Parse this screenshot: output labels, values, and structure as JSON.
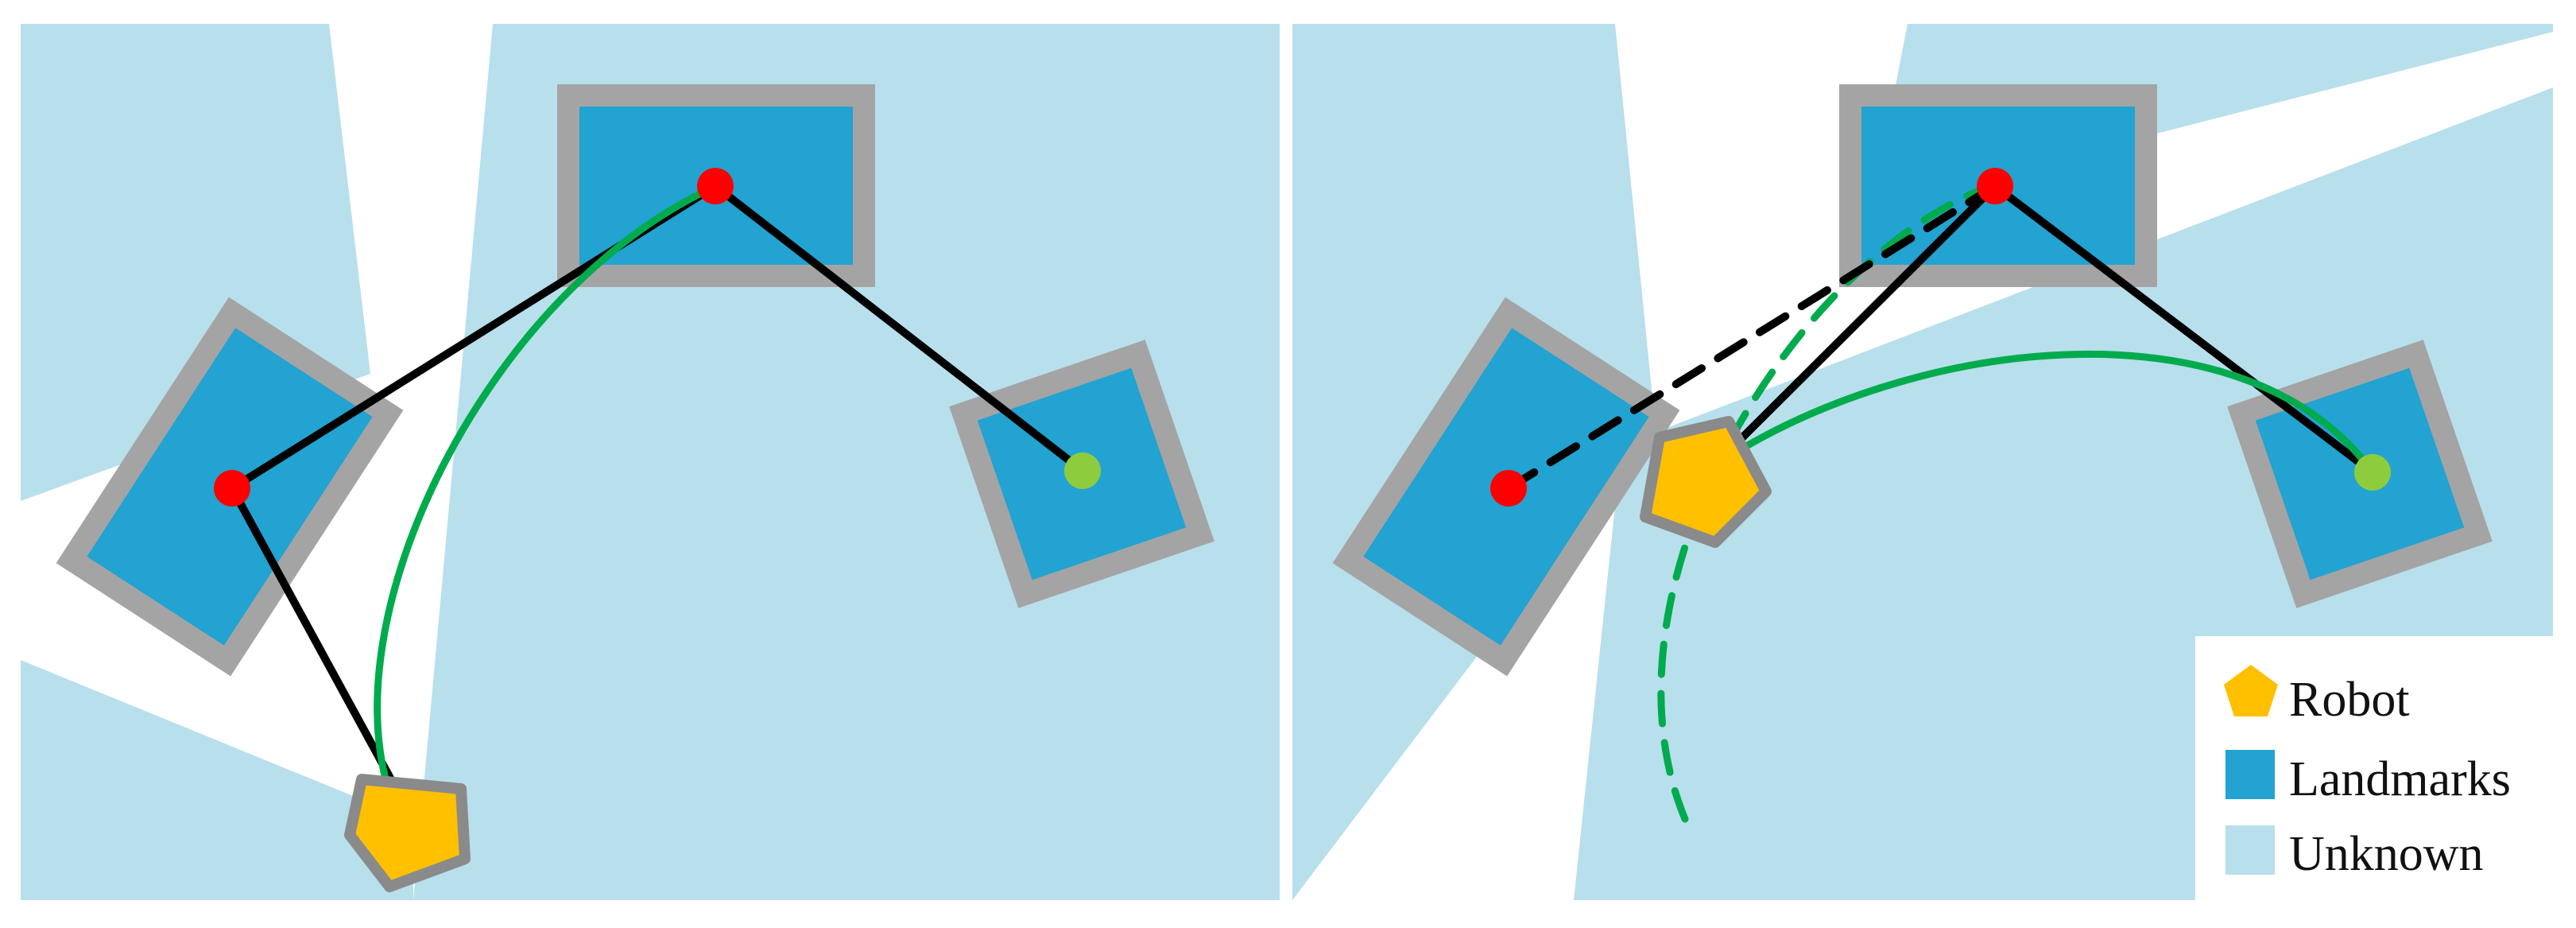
{
  "legend": {
    "items": [
      {
        "icon": "pentagon-icon",
        "label": "Robot"
      },
      {
        "icon": "square-icon",
        "label": "Landmarks"
      },
      {
        "icon": "square-icon",
        "label": "Unknown"
      }
    ]
  },
  "colors": {
    "background": "#ffffff",
    "unknown": "#b8dfec",
    "landmark_fill": "#22a3d1",
    "landmark_border": "#a4a4a4",
    "robot_fill": "#ffc000",
    "robot_border": "#8a8a8a",
    "observed_point": "#ff0000",
    "goal_point": "#8dcc3d",
    "path": "#00ab4e",
    "link": "#000000"
  }
}
